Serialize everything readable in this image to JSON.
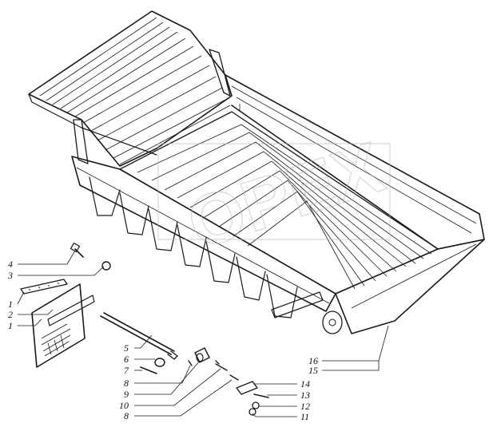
{
  "diagram": {
    "callouts": [
      {
        "id": "c4",
        "text": "4"
      },
      {
        "id": "c3",
        "text": "3"
      },
      {
        "id": "c1a",
        "text": "1"
      },
      {
        "id": "c2",
        "text": "2"
      },
      {
        "id": "c1b",
        "text": "1"
      },
      {
        "id": "c5",
        "text": "5"
      },
      {
        "id": "c6",
        "text": "6"
      },
      {
        "id": "c7",
        "text": "7"
      },
      {
        "id": "c8a",
        "text": "8"
      },
      {
        "id": "c9",
        "text": "9"
      },
      {
        "id": "c10",
        "text": "10"
      },
      {
        "id": "c8b",
        "text": "8"
      },
      {
        "id": "c16",
        "text": "16"
      },
      {
        "id": "c15",
        "text": "15"
      },
      {
        "id": "c14",
        "text": "14"
      },
      {
        "id": "c13",
        "text": "13"
      },
      {
        "id": "c12",
        "text": "12"
      },
      {
        "id": "c11",
        "text": "11"
      }
    ],
    "watermark": "ОРЕХ"
  }
}
